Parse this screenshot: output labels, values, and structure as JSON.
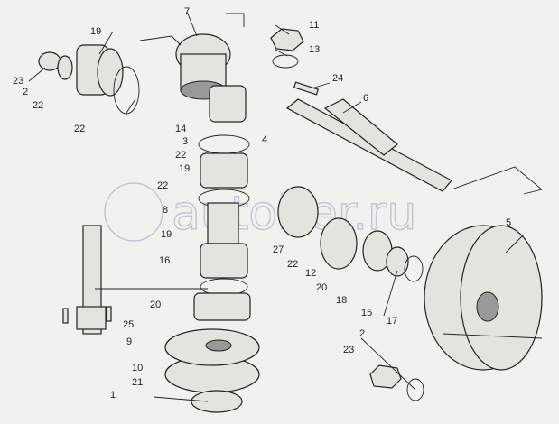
{
  "watermark": "autoiter.ru",
  "labels": [
    "7",
    "11",
    "13",
    "19",
    "23",
    "2",
    "22",
    "22",
    "24",
    "6",
    "14",
    "4",
    "3",
    "22",
    "19",
    "22",
    "8",
    "5",
    "27",
    "22",
    "12",
    "20",
    "18",
    "15",
    "17",
    "19",
    "16",
    "20",
    "25",
    "9",
    "10",
    "21",
    "1",
    "2",
    "23"
  ]
}
